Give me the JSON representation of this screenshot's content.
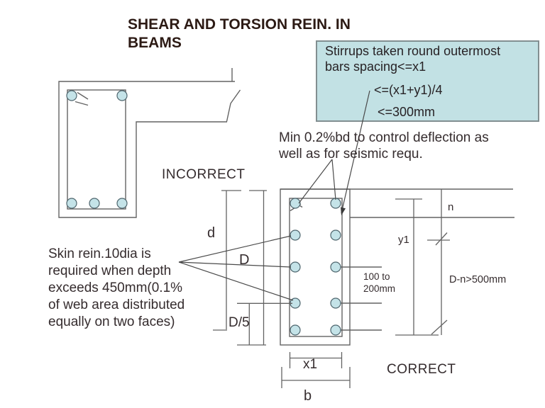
{
  "title": {
    "lines": [
      "SHEAR AND TORSION REIN. IN",
      "BEAMS"
    ]
  },
  "stirrup_callout": {
    "lines": [
      "Stirrups taken round outermost",
      "bars spacing<=x1",
      "<=(x1+y1)/4",
      "<=300mm"
    ],
    "fill_color": "#c2e1e4",
    "border_color": "#828f91"
  },
  "min_reinforcement_note": {
    "lines": [
      "Min 0.2%bd to control deflection as",
      "well as for seismic requ."
    ]
  },
  "skin_reinforcement_note": {
    "lines": [
      "Skin rein.10dia is",
      "required when depth",
      "exceeds 450mm(0.1%",
      "of web area distributed",
      "equally on two faces)"
    ]
  },
  "drawing_labels": {
    "incorrect": "INCORRECT",
    "correct": "CORRECT",
    "effective_depth": "d",
    "overall_depth": "D",
    "fifth_depth": "D/5",
    "stirrup_width": "x1",
    "beam_width": "b",
    "stirrup_height": "y1",
    "flange_depth": "n",
    "bar_spacing_lines": [
      "100 to",
      "200mm"
    ],
    "depth_condition": "D-n>500mm"
  },
  "colors": {
    "line": "#636363",
    "text": "#352c2e",
    "title_text": "#2c1a14",
    "rebar_fill": "#c4e3e8",
    "rebar_stroke": "#4f666e",
    "background": "#ffffff"
  }
}
